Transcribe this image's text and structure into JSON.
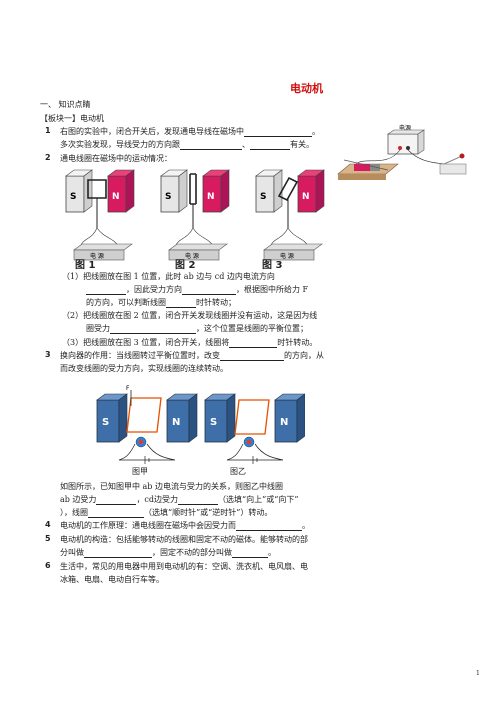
{
  "title": "电动机",
  "section1": "一、    知识点睛",
  "module1": "【板块一】电动机",
  "q1": {
    "num": "1",
    "line1": "右图的实验中，闭合开关后，发现通电导线在磁场中",
    "line1_end": "。",
    "line2": "多次实验发现，导线受力的方向跟",
    "line2_mid": "、",
    "line2_end": "有关。"
  },
  "q2": {
    "num": "2",
    "line1": "通电线圈在磁场中的运动情况：",
    "s1a": "（1）把线圈放在图 1   位置，此时  ab   边与  cd   边内电流方向",
    "s1b": "，因此受力方向",
    "s1b_end": "，根据图中所给力  F",
    "s1c": "的方向，可以判断线圈",
    "s1c_end": "时针转动；",
    "s2a": "（2）把线圈放在图 2 位置，闭合开关发现线圈并没有运动，这是因为线",
    "s2b": "圈受力",
    "s2b_end": "，这个位置是线圈的平衡位置；",
    "s3": "（3）把线圈放在图 3 位置，闭合开关，线圈将",
    "s3_end": "时针转动。"
  },
  "q3": {
    "num": "3",
    "line1": "换向器的作用：当线圈转过平衡位置时，改变",
    "line1_end": "的方向，从",
    "line2": "而改变线圈的受力方向，实现线圈的连续转动。"
  },
  "fig_caps": {
    "f1": "图 1",
    "f2": "图 2",
    "f3": "图 3",
    "jia": "图甲",
    "yi": "图乙",
    "power": "电源",
    "ps": "电 源"
  },
  "q3b": {
    "l1": "如图所示，已知图甲中  ab  边电流与受力的关系，则图乙中线圈",
    "l2": "ab  边受力",
    "l2_mid": "，cd边受力",
    "l2_end": "（选填“向上”或“向下”",
    "l3": "），线圈",
    "l3_end": "（选填“顺时针”或“逆时针”）转动。"
  },
  "q4": {
    "num": "4",
    "line1": "电动机的工作原理：通电线圈在磁场中会因受力而",
    "line1_end": "。"
  },
  "q5": {
    "num": "5",
    "line1": "电动机的构造：包括能够转动的线圈和固定不动的磁体。能够转动的部",
    "line2": "分叫做",
    "line2_mid": "，固定不动的部分叫做",
    "line2_end": "。"
  },
  "q6": {
    "num": "6",
    "line1": "生活中，常见的用电器中用到电动机的有：空调、洗衣机、电风扇、电",
    "line2": "冰箱、电扇、电动自行车等。"
  },
  "page_number": "1",
  "colors": {
    "title": "#d01010",
    "magnet_n": "#d81b60",
    "magnet_s": "#dddddd"
  }
}
